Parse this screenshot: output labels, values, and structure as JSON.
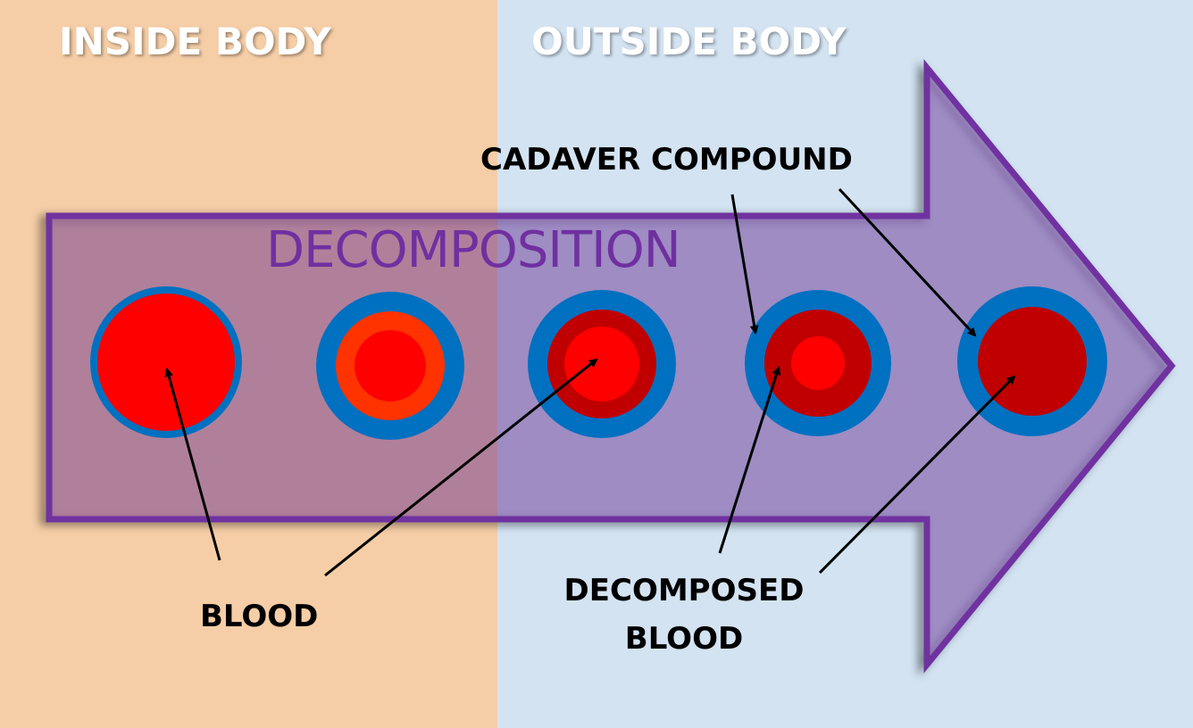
{
  "regions": {
    "inside": {
      "title": "INSIDE BODY",
      "color": "#f5cda6"
    },
    "outside": {
      "title": "OUTSIDE BODY",
      "color": "#d3e3f2"
    }
  },
  "process": {
    "label": "DECOMPOSITION",
    "arrow_color": "#7030a0"
  },
  "labels": {
    "blood": "BLOOD",
    "cadaver_compound": "CADAVER COMPOUND",
    "decomposed_blood_line1": "DECOMPOSED",
    "decomposed_blood_line2": "BLOOD"
  },
  "colors": {
    "vessel_ring": "#0070c0",
    "fresh_blood": "#ff0000",
    "partly_decomposed_blood": "#ff3300",
    "decomposed_blood": "#c00000"
  }
}
